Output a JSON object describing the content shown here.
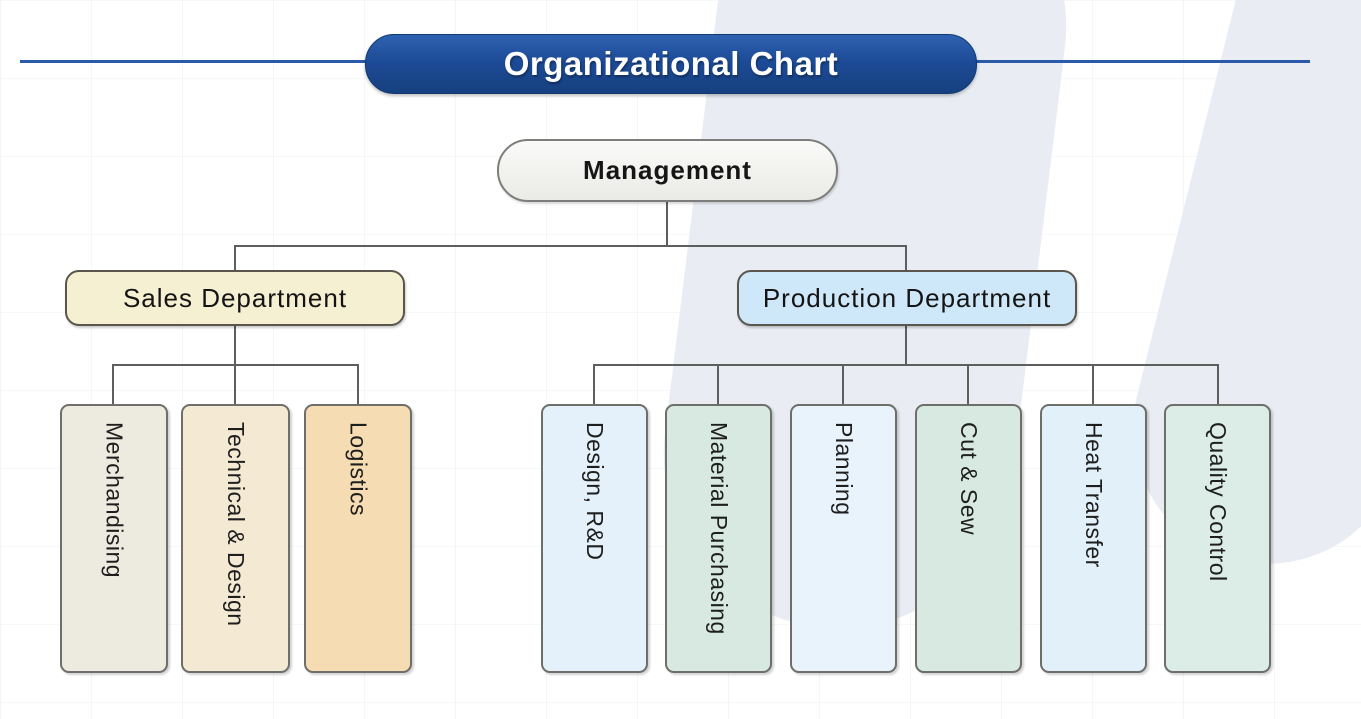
{
  "banner": {
    "title": "Organizational Chart"
  },
  "chart": {
    "root": {
      "label": "Management"
    },
    "departments": [
      {
        "label": "Sales Department",
        "children": [
          {
            "label": "Merchandising"
          },
          {
            "label": "Technical & Design"
          },
          {
            "label": "Logistics"
          }
        ]
      },
      {
        "label": "Production Department",
        "children": [
          {
            "label": "Design, R&D"
          },
          {
            "label": "Material Purchasing"
          },
          {
            "label": "Planning"
          },
          {
            "label": "Cut & Sew"
          },
          {
            "label": "Heat Transfer"
          },
          {
            "label": "Quality Control"
          }
        ]
      }
    ]
  },
  "colors": {
    "banner_blue": "#1d4b97",
    "rule_blue": "#2a5aa8",
    "management_fill": "#f3f3f1",
    "sales_dept_fill": "#f5f0d1",
    "production_dept_fill": "#cfe8f9",
    "merchandising_fill": "#edebe0",
    "technical_design_fill": "#f4ead3",
    "logistics_fill": "#f6dcb2",
    "design_rd_fill": "#e4f1fa",
    "material_purchasing_fill": "#d8e9e2",
    "planning_fill": "#e9f3fb",
    "cut_sew_fill": "#d7e9e1",
    "heat_transfer_fill": "#e2f0f9",
    "quality_control_fill": "#dcece7",
    "connector_gray": "#5e5e5e",
    "watermark_gray": "#e9edf3"
  }
}
